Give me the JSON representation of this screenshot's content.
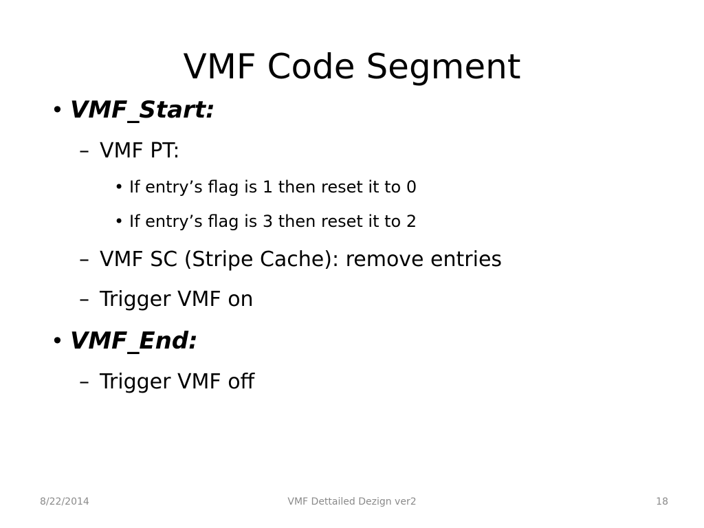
{
  "slide": {
    "title": "VMF Code Segment",
    "bullets": [
      {
        "label": "VMF_Start:",
        "children": [
          {
            "label": "VMF PT:",
            "children": [
              "If entry’s flag is 1 then reset it to 0",
              "If entry’s flag is 3 then reset it to 2"
            ]
          },
          {
            "label": "VMF SC (Stripe Cache): remove entries"
          },
          {
            "label": "Trigger VMF on"
          }
        ]
      },
      {
        "label": "VMF_End:",
        "children": [
          {
            "label": "Trigger VMF off"
          }
        ]
      }
    ],
    "markers": {
      "level1": "•",
      "level2": "–",
      "level3": "•"
    }
  },
  "footer": {
    "date": "8/22/2014",
    "center": "VMF Dettailed Dezign ver2",
    "page": "18"
  }
}
